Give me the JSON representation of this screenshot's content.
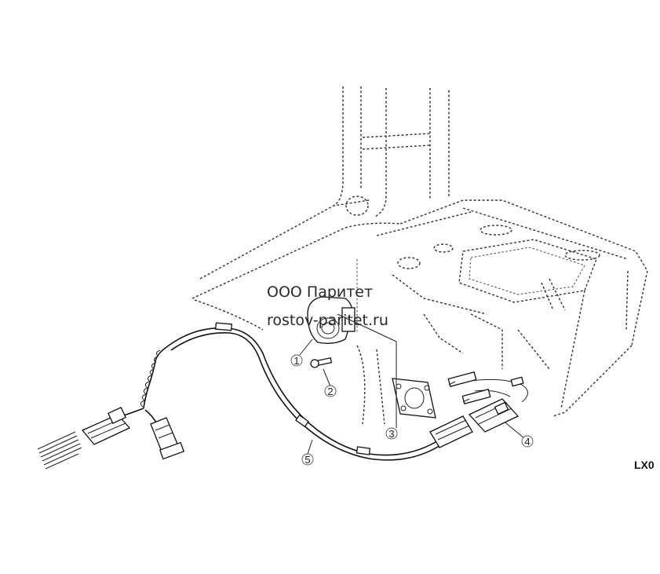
{
  "watermark": {
    "line1": "ООО Паритет",
    "line2": "rostov-paritet.ru"
  },
  "diagram_code": "LX0",
  "parts": [
    {
      "number": "1"
    },
    {
      "number": "2"
    },
    {
      "number": "3"
    },
    {
      "number": "4"
    },
    {
      "number": "5"
    }
  ]
}
